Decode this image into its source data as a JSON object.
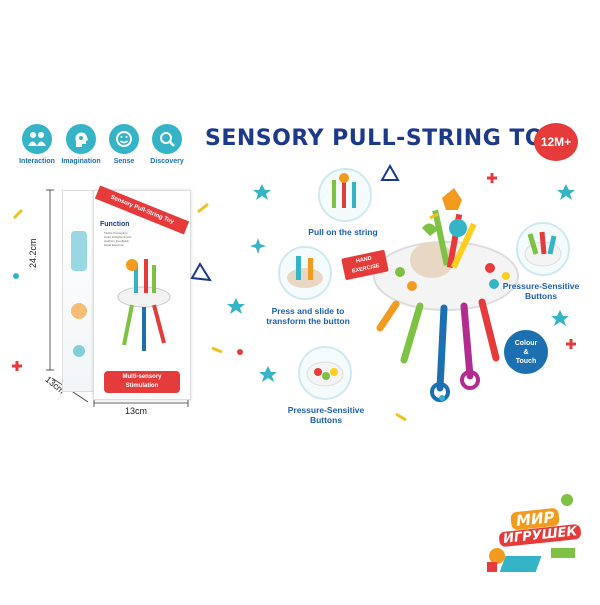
{
  "features": [
    {
      "label": "Interaction",
      "icon": "people-icon"
    },
    {
      "label": "Imagination",
      "icon": "head-gears-icon"
    },
    {
      "label": "Sense",
      "icon": "smile-sense-icon"
    },
    {
      "label": "Discovery",
      "icon": "search-face-icon"
    }
  ],
  "title": "SENSORY PULL-STRING TOY",
  "age_badge": "12M+",
  "box": {
    "height_label": "24.2cm",
    "depth_label": "13cm",
    "width_label": "13cm",
    "function_label": "Function",
    "function_items": [
      "Tactile Perception",
      "Color Enlightenment",
      "Auditory Feedback",
      "Hand Exercise"
    ],
    "banner": "Sensory Pull-String Toy",
    "bottom_line1": "Multi-sensory",
    "bottom_line2": "Stimulation"
  },
  "callouts": {
    "pull": "Pull on the string",
    "press_slide_1": "Press and slide to",
    "press_slide_2": "transform the button",
    "pressure_bottom_1": "Pressure-Sensitive",
    "pressure_bottom_2": "Buttons",
    "pressure_right_1": "Pressure-Sensitive",
    "pressure_right_2": "Buttons",
    "hand_1": "HAND",
    "hand_2": "EXERCISE",
    "touch_1": "Colour",
    "touch_2": "&",
    "touch_3": "Touch"
  },
  "logo": {
    "line1": "МИР",
    "line2": "ИГРУШЕК"
  },
  "colors": {
    "teal": "#35b4c8",
    "navy": "#1d3a8a",
    "red": "#e53b3b",
    "blue": "#1c6fb0"
  }
}
